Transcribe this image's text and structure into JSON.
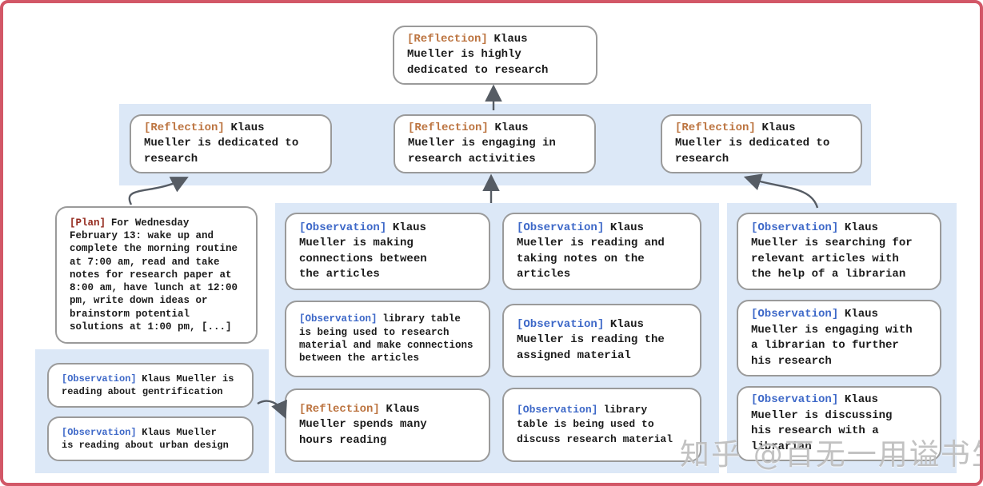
{
  "figure": {
    "frame_color": "#d25767",
    "band_color": "#dce8f7",
    "box_border_color": "#9a9a9a",
    "arrow_color": "#565c64",
    "text_color": "#1b1b1b",
    "tag_colors": {
      "reflection": "#bc7440",
      "observation": "#3d68c8",
      "plan": "#942a1e"
    }
  },
  "nodes": {
    "top_reflection": {
      "tag": "[Reflection]",
      "text": "Klaus\nMueller is highly\ndedicated to research"
    },
    "reflection_left": {
      "tag": "[Reflection]",
      "text": "Klaus\nMueller is dedicated to\nresearch"
    },
    "reflection_mid": {
      "tag": "[Reflection]",
      "text": "Klaus\nMueller is engaging in\nresearch activities"
    },
    "reflection_right": {
      "tag": "[Reflection]",
      "text": "Klaus\nMueller is dedicated to\nresearch"
    },
    "plan": {
      "tag": "[Plan]",
      "text": "For Wednesday\nFebruary 13: wake up and\ncomplete the morning routine\nat 7:00 am, read and take\nnotes for research paper at\n8:00 am, have lunch at 12:00\npm, write down ideas or\nbrainstorm potential\nsolutions at 1:00 pm, [...]"
    },
    "obs_gentrification": {
      "tag": "[Observation]",
      "text": "Klaus Mueller is\nreading about gentrification"
    },
    "obs_urban_design": {
      "tag": "[Observation]",
      "text": "Klaus Mueller\nis reading about urban design"
    },
    "obs_connections": {
      "tag": "[Observation]",
      "text": "Klaus\nMueller is making\nconnections between\nthe articles"
    },
    "obs_library_research": {
      "tag": "[Observation]",
      "text": "library table\nis being used to research\nmaterial and make connections\nbetween the articles"
    },
    "reflection_hours": {
      "tag": "[Reflection]",
      "text": "Klaus\nMueller spends many\nhours reading"
    },
    "obs_taking_notes": {
      "tag": "[Observation]",
      "text": "Klaus\nMueller is reading and\ntaking notes on the\narticles"
    },
    "obs_assigned": {
      "tag": "[Observation]",
      "text": "Klaus\nMueller is reading the\nassigned material"
    },
    "obs_library_discuss": {
      "tag": "[Observation]",
      "text": "library\ntable is being used to\ndiscuss research material"
    },
    "obs_searching": {
      "tag": "[Observation]",
      "text": "Klaus\nMueller is searching for\nrelevant articles with\nthe help of a librarian"
    },
    "obs_engaging_librarian": {
      "tag": "[Observation]",
      "text": "Klaus\nMueller is engaging with\na librarian to further\nhis research"
    },
    "obs_discussing": {
      "tag": "[Observation]",
      "text": "Klaus\nMueller is discussing\nhis research with a\nlibrarian"
    }
  },
  "watermark": {
    "text": "知乎 @百无一用谥书生"
  }
}
